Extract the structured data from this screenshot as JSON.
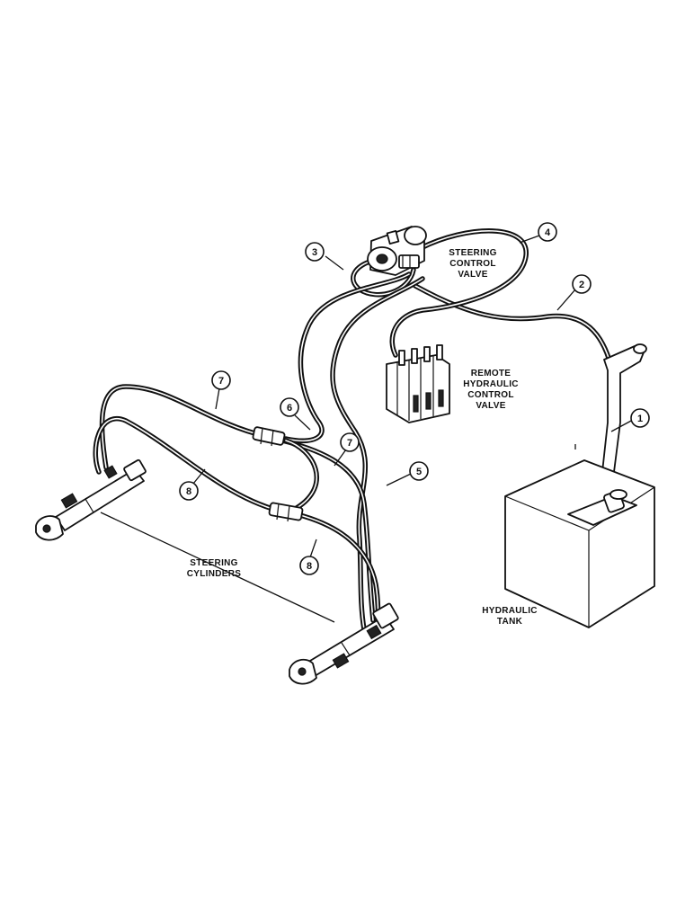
{
  "callouts": {
    "c1": "1",
    "c2": "2",
    "c3": "3",
    "c4": "4",
    "c5": "5",
    "c6": "6",
    "c7a": "7",
    "c7b": "7",
    "c8a": "8",
    "c8b": "8"
  },
  "labels": {
    "steering_control_valve": [
      "STEERING",
      "CONTROL",
      "VALVE"
    ],
    "remote_hydraulic_control_valve": [
      "REMOTE",
      "HYDRAULIC",
      "CONTROL",
      "VALVE"
    ],
    "steering_cylinders": [
      "STEERING",
      "CYLINDERS"
    ],
    "hydraulic_tank": [
      "HYDRAULIC",
      "TANK"
    ]
  }
}
